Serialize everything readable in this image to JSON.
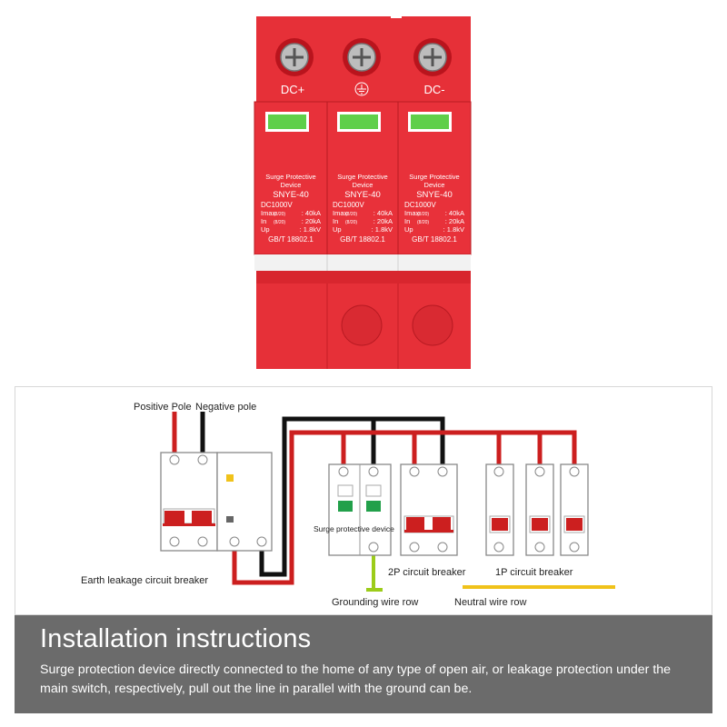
{
  "device": {
    "terminals": [
      "DC+",
      "",
      "DC-"
    ],
    "ground_symbol": "earth-ground-icon",
    "module_label_line1": "Surge Protective",
    "module_label_line2": "Device",
    "model": "SNYE-40",
    "voltage": "DC1000V",
    "specs": [
      {
        "name": "Imax",
        "sub": "(8/20)",
        "value": ":  40kA"
      },
      {
        "name": "In",
        "sub": "(8/20)",
        "value": ":  20kA"
      },
      {
        "name": "Up",
        "sub": "",
        "value": ":  1.8kV"
      }
    ],
    "standard": "GB/T 18802.1",
    "colors": {
      "body": "#e8313a",
      "indicator": "#5fcf4a"
    }
  },
  "diagram": {
    "positive_pole": "Positive Pole",
    "negative_pole": "Negative pole",
    "elcb_label": "Earth leakage circuit breaker",
    "spd_label": "Surge protective device",
    "cb2p_label": "2P circuit breaker",
    "cb1p_label": "1P circuit breaker",
    "grounding_label": "Grounding wire row",
    "neutral_label": "Neutral wire row",
    "colors": {
      "live": "#cc1f1f",
      "neutral": "#111111",
      "ground": "#9ccc1a",
      "neutral_row": "#f0c21a"
    }
  },
  "instructions": {
    "title": "Installation instructions",
    "body": "Surge protection device directly connected to the home of any type of open air, or leakage protection under the main switch, respectively, pull out the line in parallel with the ground can be."
  }
}
